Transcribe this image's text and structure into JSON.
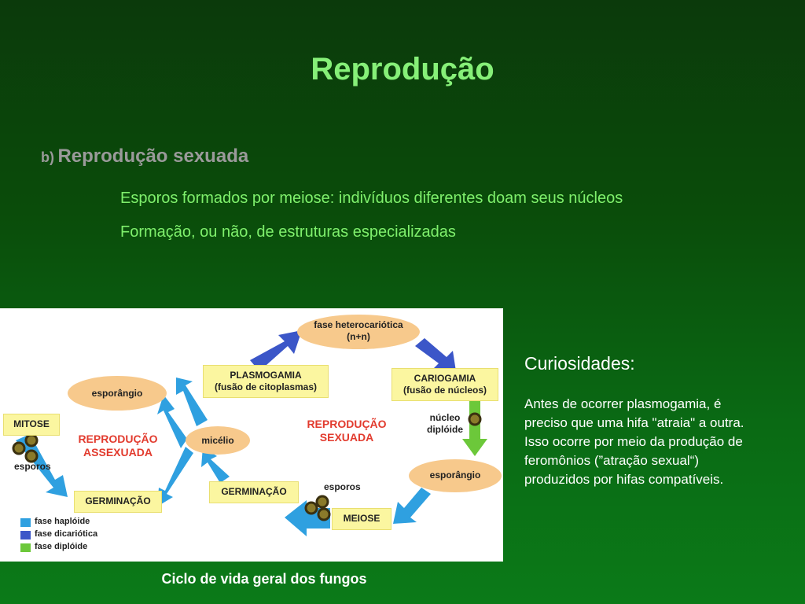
{
  "slide": {
    "title": "Reprodução",
    "subtitle_marker": "b)",
    "subtitle_text": "Reprodução sexuada",
    "bullets": [
      "Esporos formados por meiose: indivíduos diferentes doam seus núcleos",
      "Formação, ou não, de estruturas especializadas"
    ]
  },
  "diagram": {
    "labels": {
      "fase_heterocariotica": "fase heterocariótica",
      "nn": "(n+n)",
      "plasmogamia": "PLASMOGAMIA",
      "plasmogamia_sub": "(fusão de citoplasmas)",
      "cariogamia": "CARIOGAMIA",
      "cariogamia_sub": "(fusão de núcleos)",
      "esporangio_left": "esporângio",
      "esporangio_right": "esporângio",
      "mitose": "MITOSE",
      "esporos_left": "esporos",
      "micelio": "micélio",
      "reproducao_assexuada_1": "REPRODUÇÃO",
      "reproducao_assexuada_2": "ASSEXUADA",
      "reproducao_sexuada_1": "REPRODUÇÃO",
      "reproducao_sexuada_2": "SEXUADA",
      "nucleo": "núcleo",
      "diploide": "diplóide",
      "germinacao_left": "GERMINAÇÃO",
      "germinacao_mid": "GERMINAÇÃO",
      "esporos_right": "esporos",
      "meiose": "MEIOSE"
    },
    "legend": [
      {
        "label": "fase haplóide",
        "color": "#2fa0e0"
      },
      {
        "label": "fase dicariótica",
        "color": "#3b56c8"
      },
      {
        "label": "fase diplóide",
        "color": "#6cc83a"
      }
    ],
    "caption": "Ciclo de vida geral dos fungos"
  },
  "curiosidades": {
    "title": "Curiosidades:",
    "lines": [
      "Antes de ocorrer plasmogamia, é",
      "preciso que uma hifa \"atraia\" a outra.",
      "Isso ocorre por meio da produção de",
      "feromônios (”atração sexual“)",
      "produzidos por hifas compatíveis."
    ]
  },
  "colors": {
    "title": "#86f078",
    "bullet": "#7ff06c",
    "subtitle": "#9a9a9a",
    "box_yellow": "#fbf6a0",
    "oval_orange": "#f7c98c",
    "red_text": "#e23b2e"
  }
}
